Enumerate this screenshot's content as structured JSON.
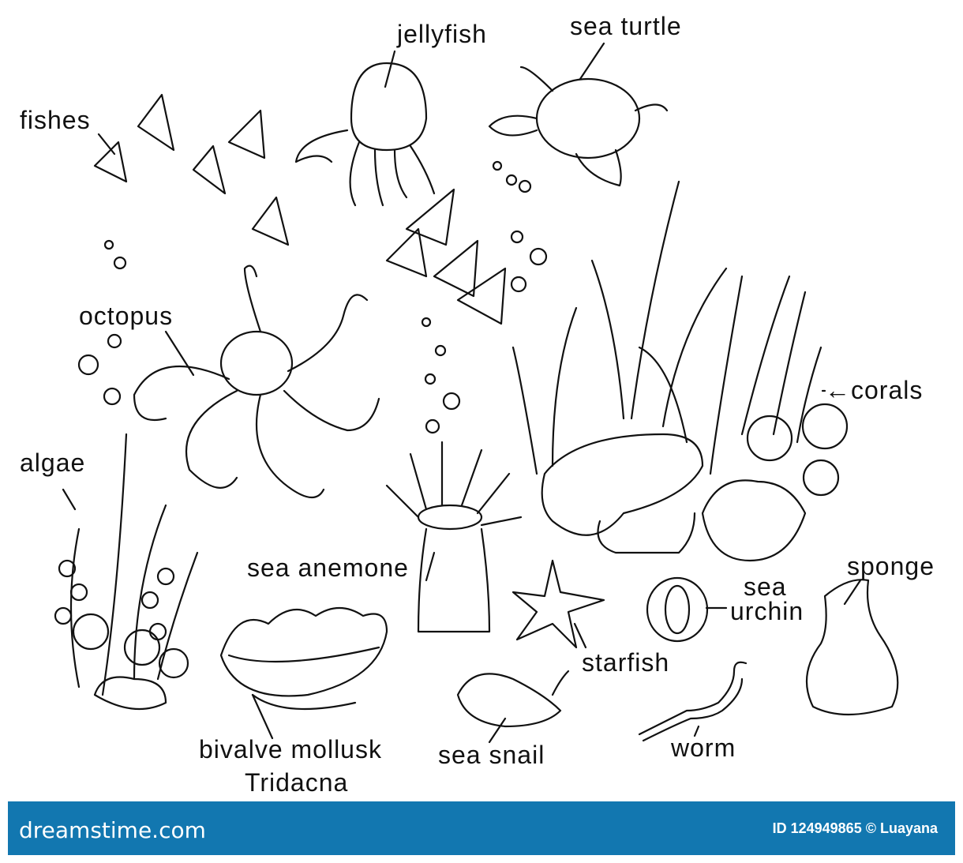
{
  "labels": {
    "jellyfish": "jellyfish",
    "sea_turtle": "sea turtle",
    "fishes": "fishes",
    "octopus": "octopus",
    "corals": "←corals",
    "algae": "algae",
    "sea_anemone": "sea anemone",
    "sponge": "sponge",
    "sea_urchin_line1": "sea",
    "sea_urchin_line2": "urchin",
    "starfish": "starfish",
    "bivalve_line1": "bivalve mollusk",
    "bivalve_line2": "Tridacna",
    "sea_snail": "sea snail",
    "worm": "worm"
  },
  "footer": {
    "brand": "dreamstime.com",
    "credit": "ID 124949865 © Luayana",
    "color": "#1277b0"
  }
}
